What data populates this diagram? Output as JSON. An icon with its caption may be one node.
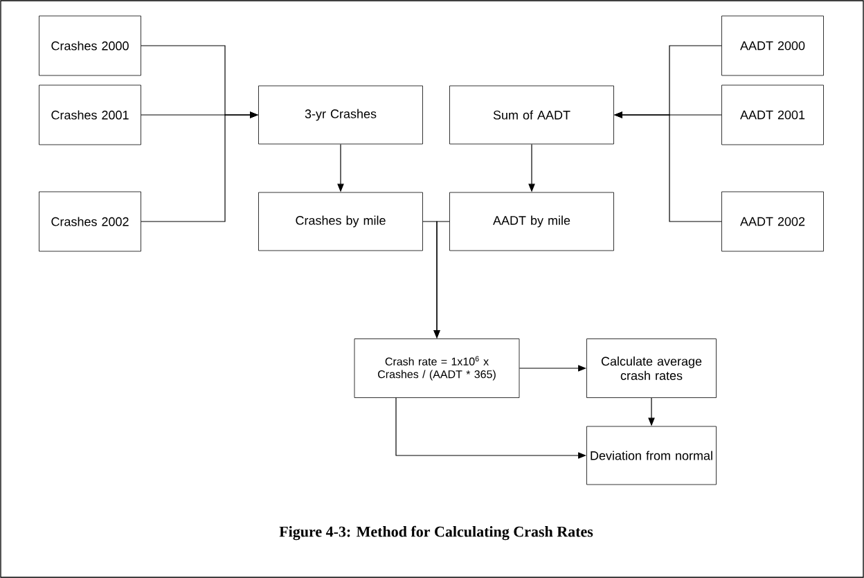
{
  "diagram": {
    "caption": "Figure 4-3: Method for Calculating Crash Rates",
    "nodes": [
      {
        "text": [
          "Crashes 2000"
        ]
      },
      {
        "text": [
          "Crashes 2001"
        ]
      },
      {
        "text": [
          "Crashes 2002"
        ]
      },
      {
        "text": [
          "3-yr Crashes"
        ]
      },
      {
        "text": [
          "Sum of AADT"
        ]
      },
      {
        "text": [
          "AADT 2000"
        ]
      },
      {
        "text": [
          "AADT 2001"
        ]
      },
      {
        "text": [
          "AADT 2002"
        ]
      },
      {
        "text": [
          "Crashes by mile"
        ]
      },
      {
        "text": [
          "AADT by mile"
        ]
      },
      {
        "text": [
          "Crash rate = 1x10$^{6}$ x Crashes / (AADT * 365)"
        ]
      },
      {
        "text": [
          "Calculate average crash rates"
        ]
      },
      {
        "text": [
          "Deviation from normal"
        ]
      }
    ],
    "edges": [
      {
        "from": 0,
        "to": 3,
        "arrow": "to"
      },
      {
        "from": 1,
        "to": 3,
        "arrow": "to"
      },
      {
        "from": 2,
        "to": 3,
        "arrow": "to"
      },
      {
        "from": 5,
        "to": 4,
        "arrow": "to"
      },
      {
        "from": 6,
        "to": 4,
        "arrow": "to"
      },
      {
        "from": 7,
        "to": 4,
        "arrow": "to"
      },
      {
        "from": 3,
        "to": 8,
        "arrow": "to"
      },
      {
        "from": 4,
        "to": 9,
        "arrow": "to"
      },
      {
        "from": 8,
        "to": 10,
        "arrow": "to"
      },
      {
        "from": 9,
        "to": 10,
        "arrow": "to"
      },
      {
        "from": 10,
        "to": 11,
        "arrow": "to"
      },
      {
        "from": 11,
        "to": 12,
        "arrow": "to"
      },
      {
        "from": 10,
        "to": 12,
        "arrow": "to"
      }
    ]
  }
}
